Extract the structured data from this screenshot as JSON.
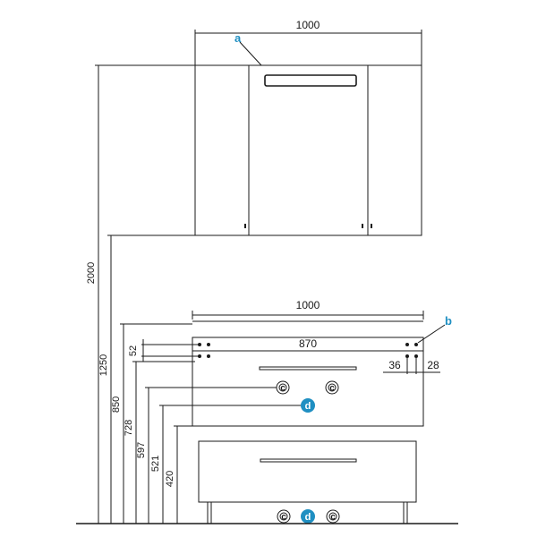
{
  "callouts": {
    "a": "a",
    "b": "b",
    "d": "d"
  },
  "outlet_symbol": "c",
  "dimensions": {
    "cabinet_width": "1000",
    "vanity_width": "1000",
    "mount_spacing": "870",
    "offset_left": "36",
    "offset_right": "28",
    "height_2000": "2000",
    "height_1250": "1250",
    "height_850": "850",
    "height_728": "728",
    "height_597": "597",
    "height_521": "521",
    "height_420": "420",
    "height_52": "52"
  },
  "colors": {
    "line": "#1a1a1a",
    "callout": "#1f8fc2"
  }
}
